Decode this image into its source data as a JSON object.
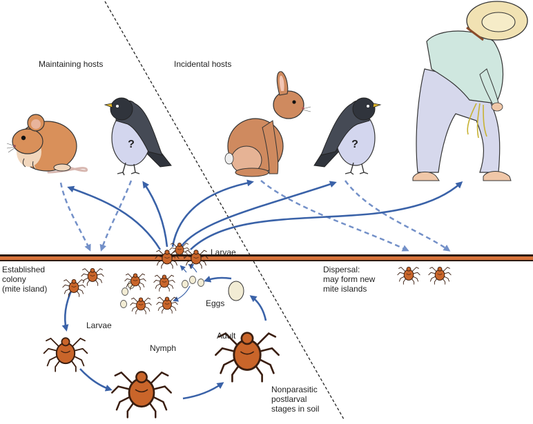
{
  "labels": {
    "maintaining_hosts": "Maintaining hosts",
    "incidental_hosts": "Incidental hosts",
    "larvae_top": "Larvae",
    "established_colony": "Established\ncolony\n(mite island)",
    "larvae_cycle": "Larvae",
    "nymph": "Nymph",
    "adult": "Adult",
    "eggs": "Eggs",
    "dispersal": "Dispersal:\nmay form new\nmite islands",
    "nonparasitic": "Nonparasitic\npostlarval\nstages in soil",
    "bird_question_1": "?",
    "bird_question_2": "?"
  },
  "colors": {
    "mite_orange": "#c9652a",
    "mite_outline": "#3a1e10",
    "arrow_solid": "#3a62a8",
    "arrow_dashed": "#7390c8",
    "ground_line": "#d8733a",
    "ground_dark": "#2b1a10",
    "mouse_fur": "#d9905a",
    "rabbit_fur": "#cf8a5f",
    "bird_dark": "#454a55",
    "bird_belly": "#d3d6ee",
    "hat": "#f1e2b3",
    "shirt": "#cfe7df",
    "pants": "#d6d8ec",
    "skin": "#f0c7a8"
  },
  "icons": [
    "mouse-icon",
    "bird-icon",
    "rabbit-icon",
    "person-icon",
    "mite-icon",
    "egg-icon"
  ]
}
